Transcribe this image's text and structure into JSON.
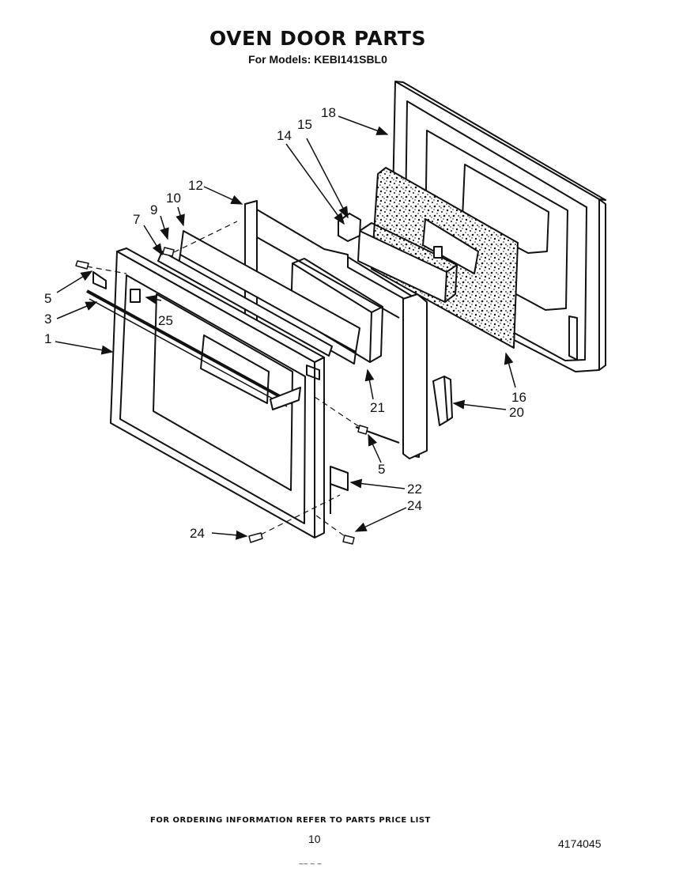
{
  "title": "OVEN DOOR PARTS",
  "subtitle": "For Models: KEBI141SBL0",
  "footer": {
    "ordering_note": "FOR ORDERING INFORMATION REFER TO PARTS PRICE LIST",
    "page_number": "10",
    "part_number": "4174045",
    "cut_off_text": "~~ ~ ~"
  },
  "callouts": {
    "c1": "1",
    "c3": "3",
    "c5a": "5",
    "c5b": "5",
    "c7": "7",
    "c9": "9",
    "c10": "10",
    "c12": "12",
    "c14": "14",
    "c15": "15",
    "c16": "16",
    "c18": "18",
    "c20": "20",
    "c21": "21",
    "c22": "22",
    "c24a": "24",
    "c24b": "24",
    "c25": "25"
  }
}
